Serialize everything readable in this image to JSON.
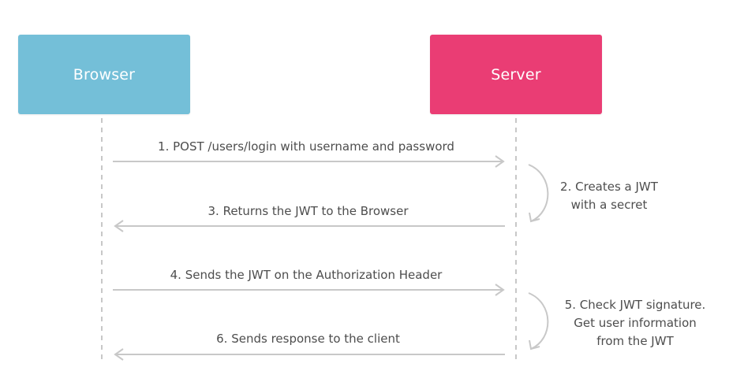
{
  "colors": {
    "browser": "#74bfd8",
    "server": "#ea3d74",
    "line": "#c8c8c8",
    "text": "#4d4d4d"
  },
  "actors": {
    "browser": "Browser",
    "server": "Server"
  },
  "messages": [
    {
      "step": "1. POST /users/login with username and password",
      "direction": "to-server"
    },
    {
      "step": "3. Returns the JWT to the Browser",
      "direction": "to-browser"
    },
    {
      "step": "4. Sends the JWT on the Authorization Header",
      "direction": "to-server"
    },
    {
      "step": "6. Sends response to the client",
      "direction": "to-browser"
    }
  ],
  "notes": [
    {
      "lines": [
        "2. Creates a JWT",
        "with a secret"
      ]
    },
    {
      "lines": [
        "5. Check JWT signature.",
        "Get user information",
        "from the JWT"
      ]
    }
  ]
}
